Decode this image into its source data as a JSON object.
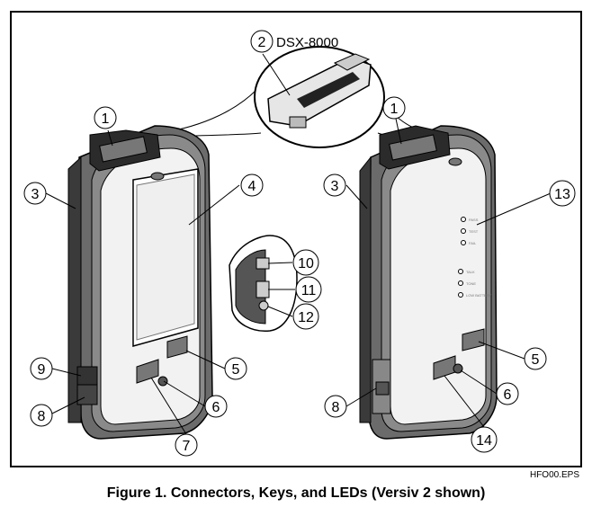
{
  "figure": {
    "caption": "Figure 1. Connectors, Keys, and LEDs (Versiv 2 shown)",
    "file_id": "HFO00.EPS",
    "model_label": "DSX-8000",
    "leds_upper": [
      "PASS",
      "TEST",
      "FAIL"
    ],
    "leds_lower": [
      "TALK",
      "TONE",
      "LOW BATTERY"
    ],
    "callouts": {
      "c1a": "1",
      "c1b": "1",
      "c2": "2",
      "c3a": "3",
      "c3b": "3",
      "c4": "4",
      "c5a": "5",
      "c5b": "5",
      "c6a": "6",
      "c6b": "6",
      "c7": "7",
      "c8a": "8",
      "c8b": "8",
      "c9": "9",
      "c10": "10",
      "c11": "11",
      "c12": "12",
      "c13": "13",
      "c14": "14"
    }
  }
}
